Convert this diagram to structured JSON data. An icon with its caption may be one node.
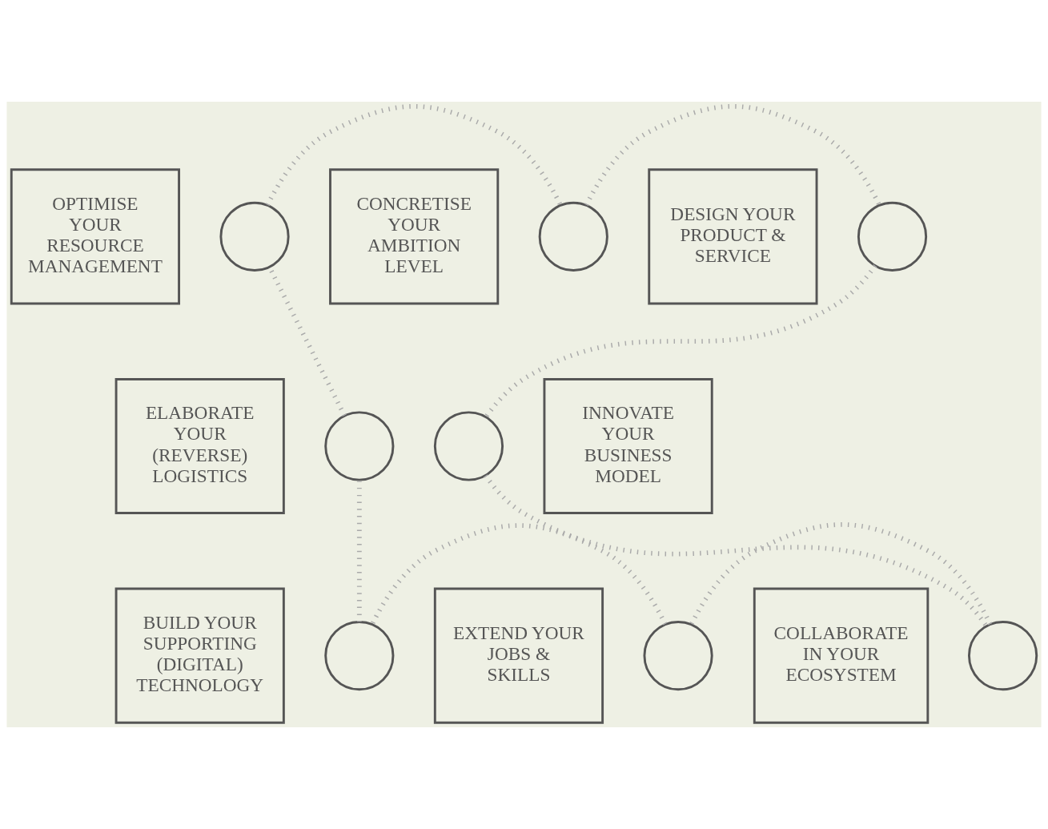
{
  "diagram": {
    "nodes": [
      {
        "text": [
          "OPTIMISE YOUR RESOURCE MANAGEMENT"
        ]
      },
      {
        "text": [],
        "shape": "circle"
      },
      {
        "text": [
          "CONCRETISE YOUR AMBITION LEVEL"
        ]
      },
      {
        "text": [],
        "shape": "circle"
      },
      {
        "text": [
          "DESIGN YOUR PRODUCT & SERVICE"
        ]
      },
      {
        "text": [],
        "shape": "circle"
      },
      {
        "text": [
          "ELABORATE YOUR (REVERSE) LOGISTICS"
        ]
      },
      {
        "text": [],
        "shape": "circle"
      },
      {
        "text": [
          "INNOVATE YOUR BUSINESS MODEL"
        ]
      },
      {
        "text": [],
        "shape": "circle"
      },
      {
        "text": [
          "BUILD YOUR SUPPORTING (DIGITAL) TECHNOLOGY"
        ]
      },
      {
        "text": [],
        "shape": "circle"
      },
      {
        "text": [
          "EXTEND YOUR JOBS & SKILLS"
        ]
      },
      {
        "text": [],
        "shape": "circle"
      },
      {
        "text": [
          "COLLABORATE IN YOUR ECOSYSTEM"
        ]
      },
      {
        "text": [],
        "shape": "circle"
      }
    ],
    "edges": [
      {
        "from": 1,
        "to": 3,
        "arrow": "none",
        "style": "dashed"
      },
      {
        "from": 3,
        "to": 5,
        "arrow": "none",
        "style": "dashed"
      },
      {
        "from": 5,
        "to": 9,
        "arrow": "none",
        "style": "dashed"
      },
      {
        "from": 9,
        "to": 15,
        "arrow": "none",
        "style": "dashed"
      },
      {
        "from": 15,
        "to": 13,
        "arrow": "none",
        "style": "dashed"
      },
      {
        "from": 13,
        "to": 11,
        "arrow": "none",
        "style": "dashed"
      },
      {
        "from": 11,
        "to": 7,
        "arrow": "none",
        "style": "dashed"
      },
      {
        "from": 7,
        "to": 1,
        "arrow": "none",
        "style": "dashed"
      }
    ]
  }
}
